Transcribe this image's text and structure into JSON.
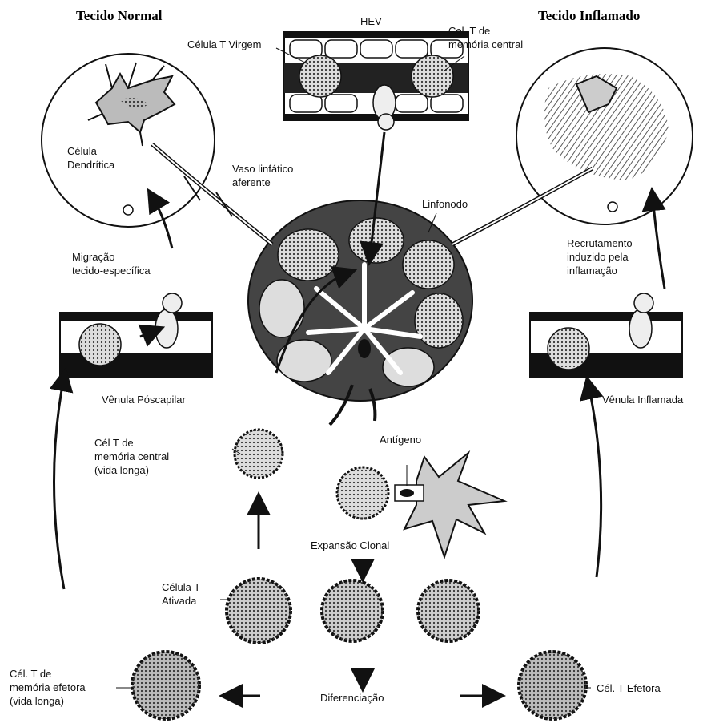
{
  "titles": {
    "normal": "Tecido Normal",
    "inflamed": "Tecido Inflamado"
  },
  "labels": {
    "hev": "HEV",
    "naive_t": "Célula T Virgem",
    "central_memory_top": "Cel. T de\nmemória central",
    "dendritic": "Célula\nDendrítica",
    "lymph_vessel": "Vaso linfático\naferente",
    "lymph_node": "Linfonodo",
    "migration": "Migração\ntecido-específica",
    "recruitment": "Recrutamento\ninduzido pela\ninflamação",
    "postcap_venule": "Vênula Póscapilar",
    "inflamed_venule": "Vênula Inflamada",
    "central_memory_cell": "Cél T de\nmemória central\n(vida longa)",
    "antigen": "Antígeno",
    "clonal_expansion": "Expansão Clonal",
    "activated_t": "Célula T\nAtivada",
    "effector_memory": "Cél. T de\nmemória efetora\n(vida longa)",
    "differentiation": "Diferenciação",
    "effector_t": "Cél. T Efetora"
  },
  "colors": {
    "ink": "#111111",
    "paper": "#ffffff",
    "shade": "#555555"
  }
}
